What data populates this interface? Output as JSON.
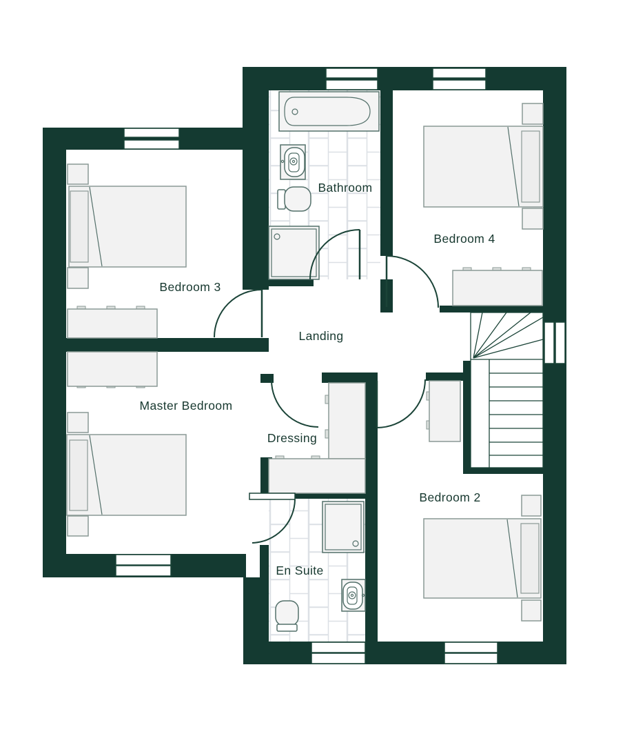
{
  "colors": {
    "wall": "#143A31",
    "room_fill": "#FFFFFF",
    "furniture_fill": "#F2F2F2",
    "furniture_stroke": "#8A9995",
    "fixture_stroke": "#53706A",
    "tile_line": "#DCE0E5",
    "door_stroke": "#1B4438",
    "label_text": "#17382F"
  },
  "rooms": {
    "bedroom3": {
      "label": "Bedroom 3"
    },
    "bathroom": {
      "label": "Bathroom"
    },
    "bedroom4": {
      "label": "Bedroom 4"
    },
    "landing": {
      "label": "Landing"
    },
    "master_bedroom": {
      "label": "Master Bedroom"
    },
    "dressing": {
      "label": "Dressing"
    },
    "en_suite": {
      "label": "En Suite"
    },
    "bedroom2": {
      "label": "Bedroom 2"
    }
  },
  "fixtures": [
    "bathtub-icon",
    "shower-tray-icon",
    "sink-icon",
    "toilet-icon",
    "double-bed-icon",
    "nightstand-icon",
    "chest-of-drawers-icon",
    "wardrobe-icon",
    "staircase-icon",
    "window-icon",
    "door-swing-icon"
  ]
}
